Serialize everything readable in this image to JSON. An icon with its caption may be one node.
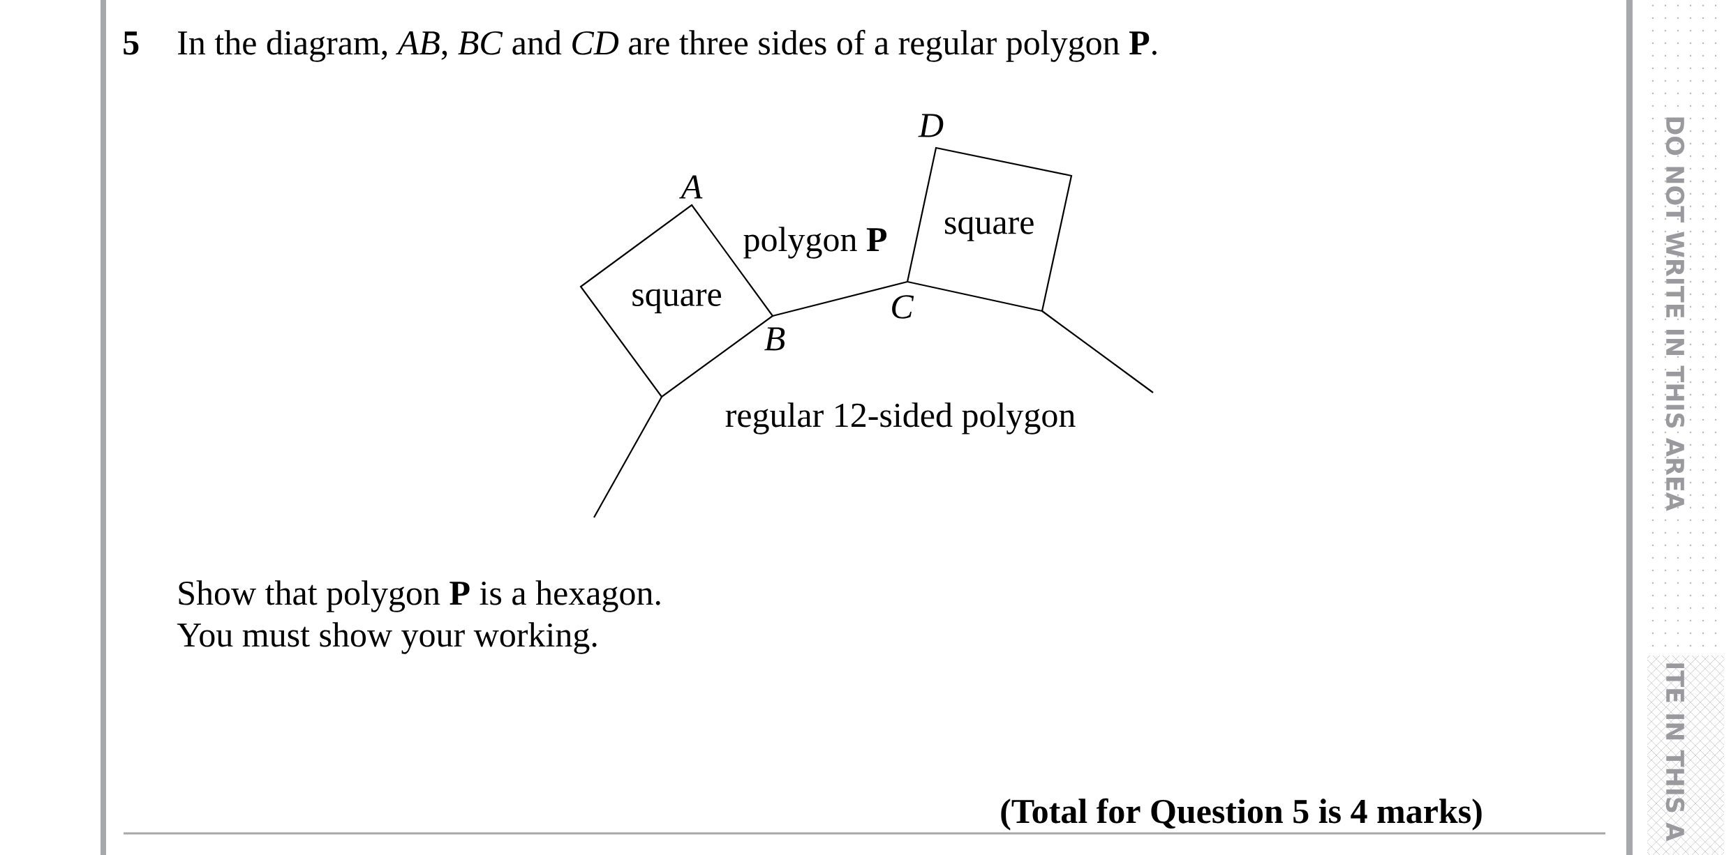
{
  "diagram": {
    "nodes": [
      {
        "text": [
          "square"
        ]
      },
      {
        "text": [
          "square"
        ]
      }
    ],
    "labels": [
      "5",
      "In the diagram, *AB*, *BC* and *CD* are three sides of a regular polygon **P**.",
      "A",
      "B",
      "C",
      "D",
      "polygon **P**",
      "regular 12-sided polygon",
      "Show that polygon **P** is a hexagon.",
      "You must show your working.",
      "(Total for Question 5 is 4 marks)",
      "DO NOT WRITE IN THIS AREA",
      "ITE IN THIS A"
    ]
  }
}
